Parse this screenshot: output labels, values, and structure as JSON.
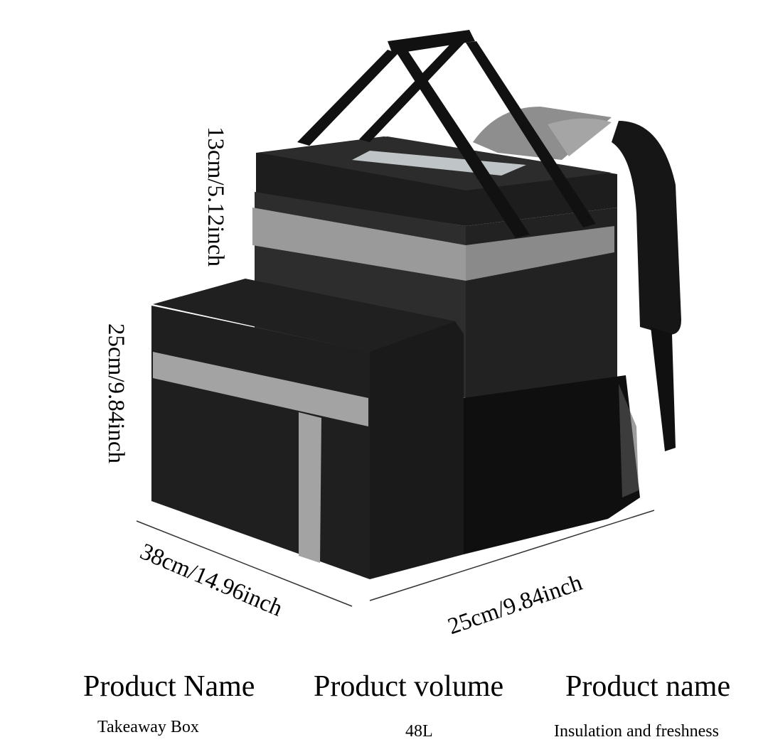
{
  "dimensions": {
    "top_height": "13cm/5.12inch",
    "front_height": "25cm/9.84inch",
    "width": "38cm/14.96inch",
    "depth": "25cm/9.84inch"
  },
  "specs": [
    {
      "heading": "Product Name",
      "value": "Takeaway Box"
    },
    {
      "heading": "Product volume",
      "value": "48L"
    },
    {
      "heading": "Product name",
      "value": "Insulation and freshness"
    }
  ],
  "colors": {
    "bag_body": "#2a2a2a",
    "bag_dark": "#151515",
    "reflective_strip": "#9a9a9a",
    "background": "#ffffff"
  }
}
